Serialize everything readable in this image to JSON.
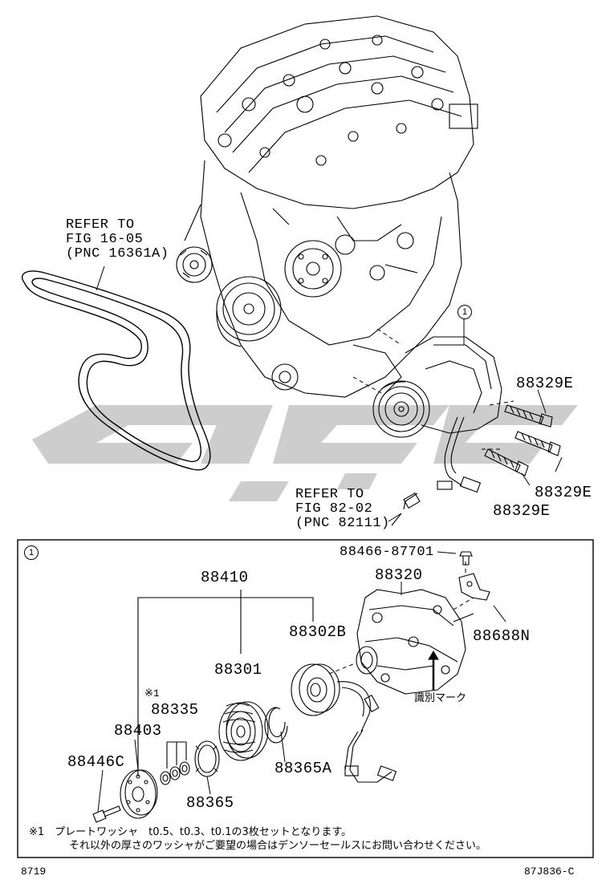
{
  "top": {
    "refer1": {
      "line1": "REFER TO",
      "line2": "FIG 16-05",
      "line3": "(PNC 16361A)"
    },
    "refer2": {
      "line1": "REFER TO",
      "line2": "FIG 82-02",
      "line3": "(PNC 82111)"
    },
    "callout": "1",
    "parts": {
      "p88329e_a": "88329E",
      "p88329e_b": "88329E",
      "p88329e_c": "88329E"
    }
  },
  "inset": {
    "marker": "1",
    "parts": {
      "p88466": "88466-87701",
      "p88320": "88320",
      "p88688n": "88688N",
      "p88410": "88410",
      "p88302b": "88302B",
      "p88301": "88301",
      "p88335_note": "※1",
      "p88335": "88335",
      "p88403": "88403",
      "p88446c": "88446C",
      "p88365a": "88365A",
      "p88365": "88365"
    },
    "id_mark": "識別マーク",
    "note_line1": "※1　プレートワッシャ　t0.5、t0.3、t0.1の3枚セットとなります。",
    "note_line2": "それ以外の厚さのワッシャがご要望の場合はデンソーセールスにお問い合わせください。"
  },
  "footer": {
    "left": "8719",
    "right": "87J836-C"
  },
  "colors": {
    "ink": "#000000",
    "watermark": "#c8c8c8",
    "background": "#ffffff"
  }
}
